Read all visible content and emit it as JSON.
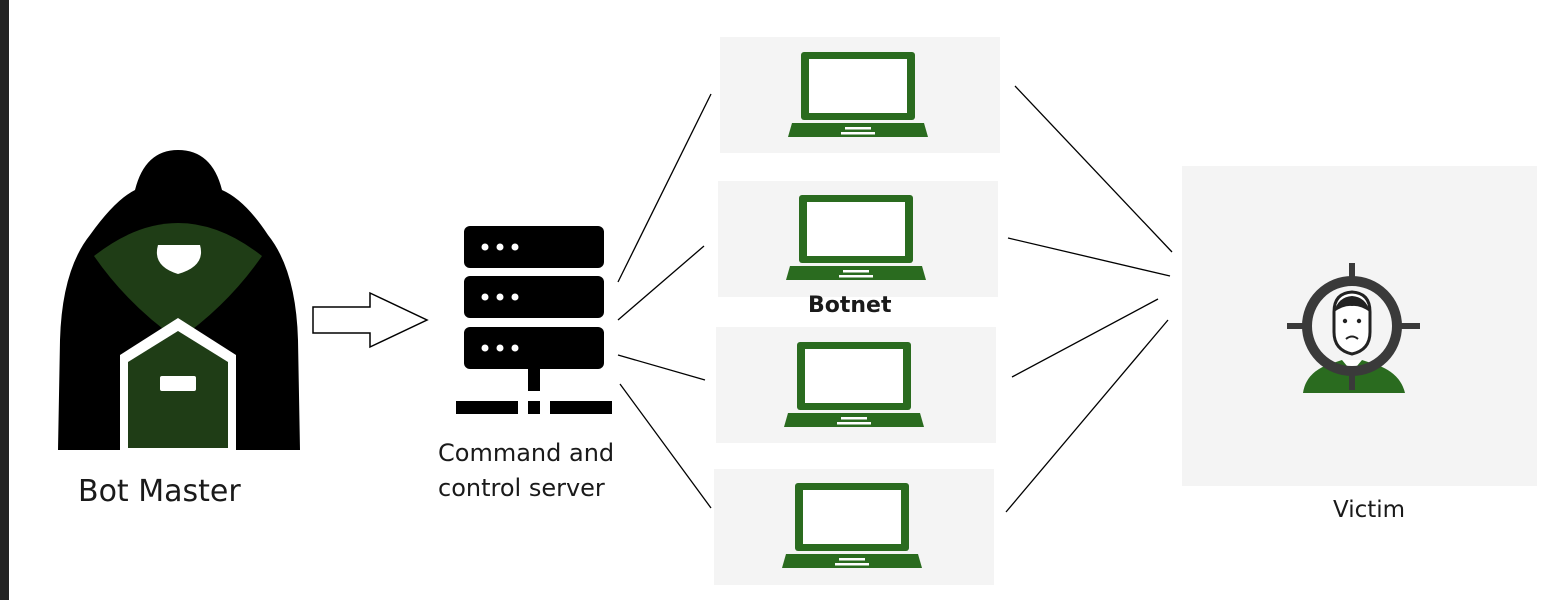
{
  "labels": {
    "bot_master": "Bot Master",
    "cc_server_line1": "Command and",
    "cc_server_line2": "control server",
    "botnet": "Botnet",
    "victim": "Victim"
  },
  "nodes": {
    "attacker_icon": "hooded-hacker-icon",
    "server_icon": "server-rack-icon",
    "bot_icon": "laptop-icon",
    "victim_icon": "target-person-icon",
    "bot_count": 4
  },
  "colors": {
    "icon_green": "#2a6b1f",
    "hacker_green": "#1f3d16",
    "panel_bg": "#f4f4f4",
    "black": "#000000",
    "left_edge": "#222222"
  }
}
